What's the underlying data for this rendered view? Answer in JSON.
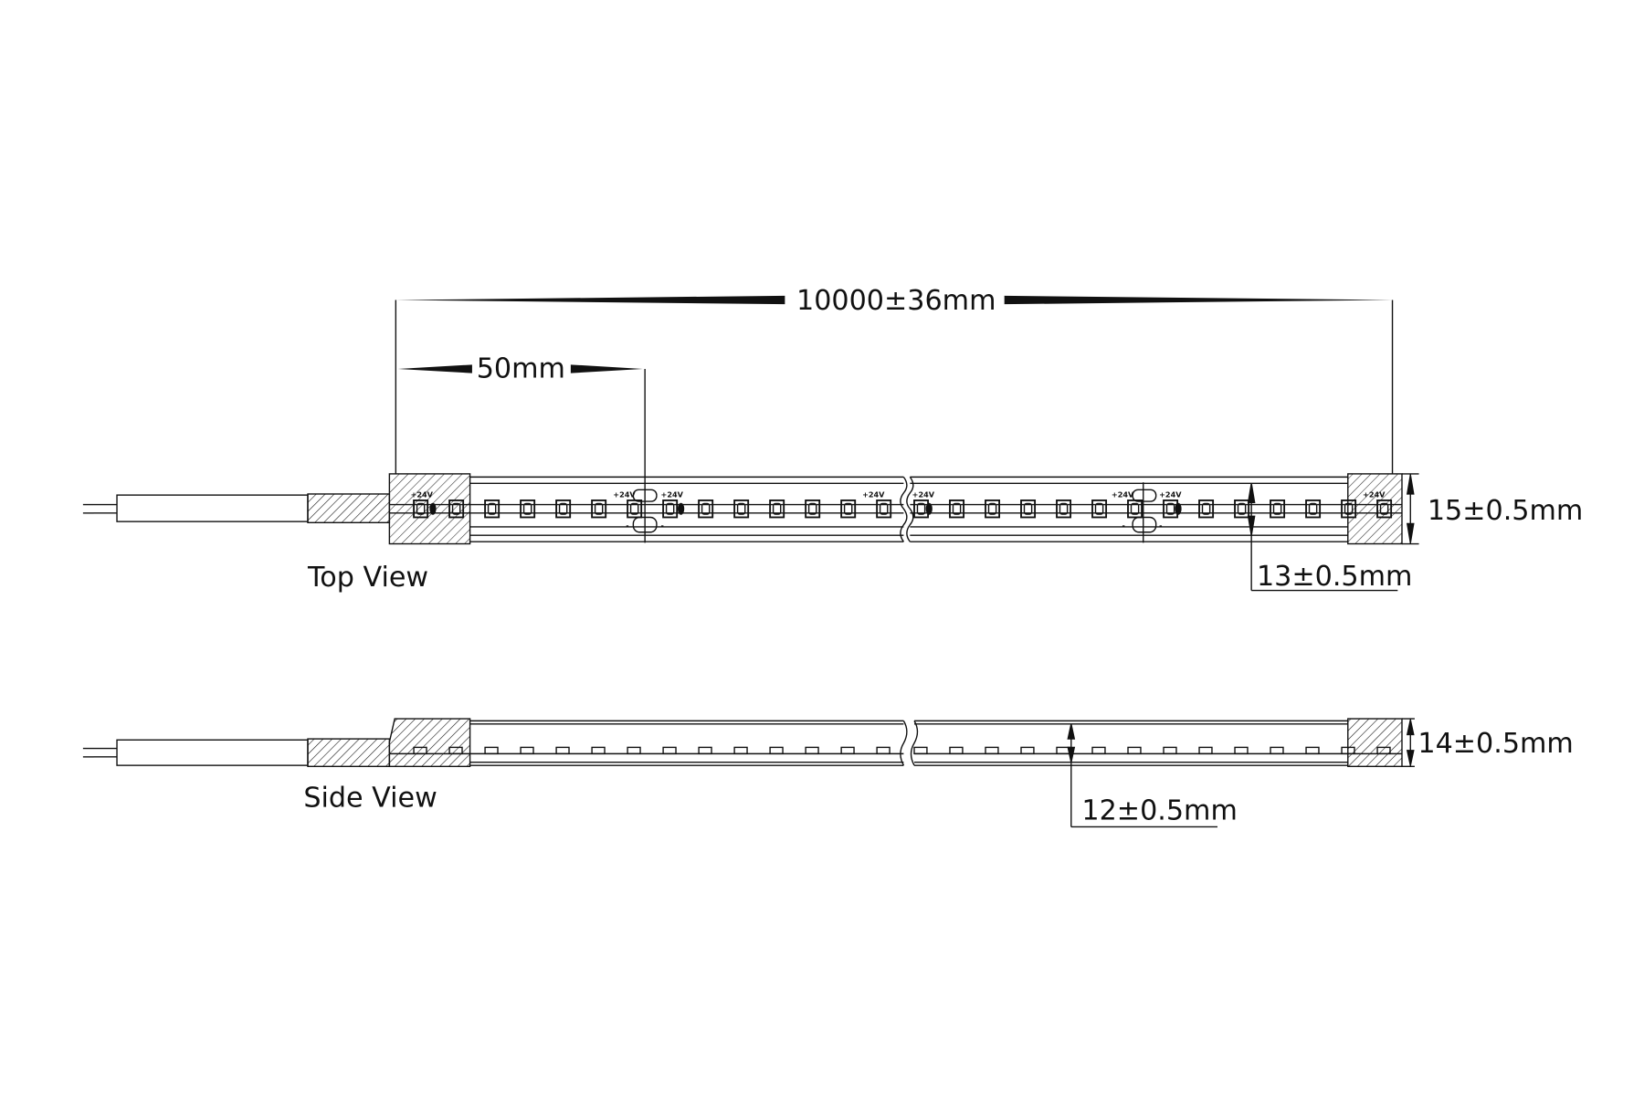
{
  "title": "LED strip dimension drawing",
  "dimensions": {
    "total_length": "10000±36mm",
    "cut_length": "50mm",
    "top_width_outer": "15±0.5mm",
    "top_width_inner": "13±0.5mm",
    "side_height_outer": "14±0.5mm",
    "side_height_inner": "12±0.5mm"
  },
  "views": {
    "top": "Top View",
    "side": "Side View"
  },
  "pad_labels": {
    "plus": "+24V",
    "minus": "-"
  },
  "leds_per_segment": 14
}
